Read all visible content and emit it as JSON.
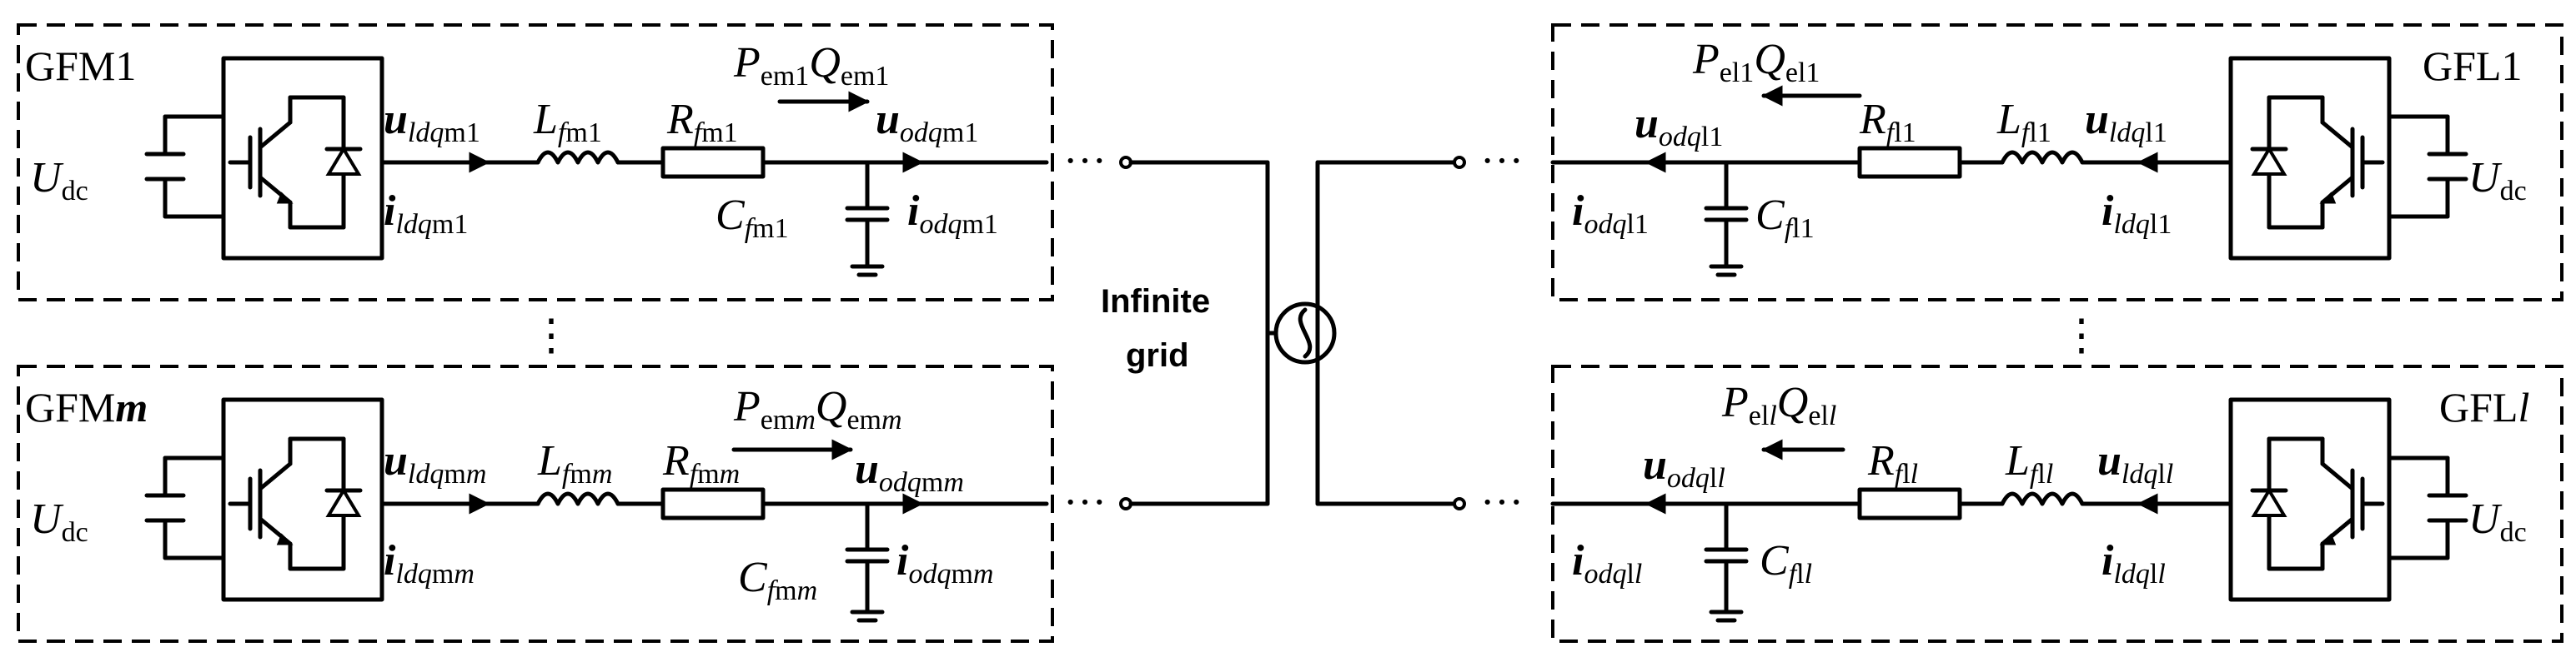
{
  "blocks": {
    "gfm1": {
      "title_a": "GFM",
      "title_b": "1",
      "udc_a": "U",
      "udc_b": "dc",
      "uldq_a": "u",
      "uldq_b": "ldq",
      "uldq_c": "m1",
      "ildq_a": "i",
      "ildq_b": "ldq",
      "ildq_c": "m1",
      "lf_a": "L",
      "lf_b": "f",
      "lf_c": "m1",
      "rf_a": "R",
      "rf_b": "f",
      "rf_c": "m1",
      "cf_a": "C",
      "cf_b": "f",
      "cf_c": "m1",
      "pe_a": "P",
      "pe_b": "em1",
      "qe_a": "Q",
      "qe_b": "em1",
      "uodq_a": "u",
      "uodq_b": "odq",
      "uodq_c": "m1",
      "iodq_a": "i",
      "iodq_b": "odq",
      "iodq_c": "m1"
    },
    "gfmm": {
      "title_a": "GFM",
      "title_b": "m",
      "udc_a": "U",
      "udc_b": "dc",
      "uldq_a": "u",
      "uldq_b": "ldq",
      "uldq_c": "m",
      "uldq_d": "m",
      "ildq_a": "i",
      "ildq_b": "ldq",
      "ildq_c": "m",
      "ildq_d": "m",
      "lf_a": "L",
      "lf_b": "f",
      "lf_c": "m",
      "lf_d": "m",
      "rf_a": "R",
      "rf_b": "f",
      "rf_c": "m",
      "rf_d": "m",
      "cf_a": "C",
      "cf_b": "f",
      "cf_c": "m",
      "cf_d": "m",
      "pe_a": "P",
      "pe_b": "em",
      "pe_c": "m",
      "qe_a": "Q",
      "qe_b": "em",
      "qe_c": "m",
      "uodq_a": "u",
      "uodq_b": "odq",
      "uodq_c": "m",
      "uodq_d": "m",
      "iodq_a": "i",
      "iodq_b": "odq",
      "iodq_c": "m",
      "iodq_d": "m"
    },
    "gfl1": {
      "title_a": "GFL",
      "title_b": "1",
      "udc_a": "U",
      "udc_b": "dc",
      "uldq_a": "u",
      "uldq_b": "ldq",
      "uldq_c": "l1",
      "ildq_a": "i",
      "ildq_b": "ldq",
      "ildq_c": "l1",
      "lf_a": "L",
      "lf_b": "f",
      "lf_c": "l1",
      "rf_a": "R",
      "rf_b": "f",
      "rf_c": "l1",
      "cf_a": "C",
      "cf_b": "f",
      "cf_c": "l1",
      "pe_a": "P",
      "pe_b": "el1",
      "qe_a": "Q",
      "qe_b": "el1",
      "uodq_a": "u",
      "uodq_b": "odq",
      "uodq_c": "l1",
      "iodq_a": "i",
      "iodq_b": "odq",
      "iodq_c": "l1"
    },
    "gfll": {
      "title_a": "GFL",
      "title_b": "l",
      "udc_a": "U",
      "udc_b": "dc",
      "uldq_a": "u",
      "uldq_b": "ldq",
      "uldq_c": "l",
      "uldq_d": "l",
      "ildq_a": "i",
      "ildq_b": "ldq",
      "ildq_c": "l",
      "ildq_d": "l",
      "lf_a": "L",
      "lf_b": "f",
      "lf_c": "l",
      "lf_d": "l",
      "rf_a": "R",
      "rf_b": "f",
      "rf_c": "l",
      "rf_d": "l",
      "cf_a": "C",
      "cf_b": "f",
      "cf_c": "l",
      "cf_d": "l",
      "pe_a": "P",
      "pe_b": "el",
      "pe_c": "l",
      "qe_a": "Q",
      "qe_b": "el",
      "qe_c": "l",
      "uodq_a": "u",
      "uodq_b": "odq",
      "uodq_c": "l",
      "uodq_d": "l",
      "iodq_a": "i",
      "iodq_b": "odq",
      "iodq_c": "l",
      "iodq_d": "l"
    }
  },
  "grid": {
    "line1": "Infinite",
    "line2": "grid"
  },
  "ellipsis": {
    "h": "···",
    "v": "⋮"
  }
}
